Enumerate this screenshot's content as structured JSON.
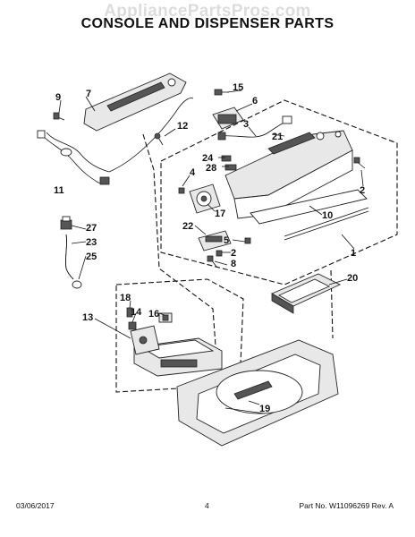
{
  "header": {
    "watermark": "AppliancePartsPros.com",
    "title": "CONSOLE AND DISPENSER PARTS"
  },
  "footer": {
    "date": "03/06/2017",
    "page": "4",
    "part_number": "Part No. W11096269  Rev. A"
  },
  "callouts": {
    "c1": "1",
    "c2a": "2",
    "c2b": "2",
    "c3": "3",
    "c4": "4",
    "c5": "5",
    "c6": "6",
    "c7": "7",
    "c8": "8",
    "c9": "9",
    "c10": "10",
    "c11": "11",
    "c12": "12",
    "c13": "13",
    "c14": "14",
    "c15": "15",
    "c16": "16",
    "c17": "17",
    "c18": "18",
    "c19": "19",
    "c20": "20",
    "c21": "21",
    "c22": "22",
    "c23": "23",
    "c24": "24",
    "c25": "25",
    "c27": "27",
    "c28": "28"
  }
}
